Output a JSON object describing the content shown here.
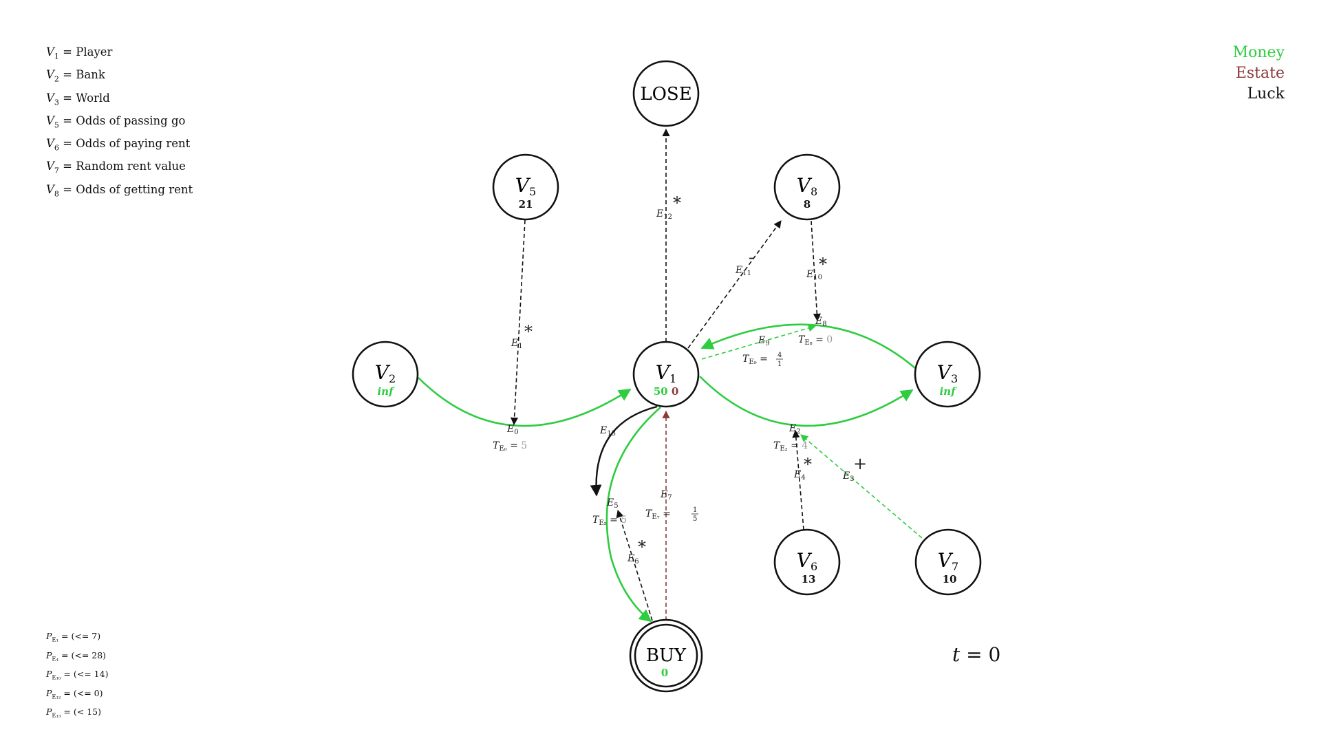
{
  "legend_definitions": [
    {
      "var": "V",
      "sub": "1",
      "eq": " = ",
      "label": "Player"
    },
    {
      "var": "V",
      "sub": "2",
      "eq": " = ",
      "label": "Bank"
    },
    {
      "var": "V",
      "sub": "3",
      "eq": " = ",
      "label": "World"
    },
    {
      "var": "V",
      "sub": "5",
      "eq": " = ",
      "label": "Odds of passing go"
    },
    {
      "var": "V",
      "sub": "6",
      "eq": " = ",
      "label": "Odds of paying rent"
    },
    {
      "var": "V",
      "sub": "7",
      "eq": " = ",
      "label": "Random rent value"
    },
    {
      "var": "V",
      "sub": "8",
      "eq": " = ",
      "label": "Odds of getting rent"
    }
  ],
  "resources": {
    "money": {
      "label": "Money",
      "color": "#2ecc40"
    },
    "estate": {
      "label": "Estate",
      "color": "#8b3a3a"
    },
    "luck": {
      "label": "Luck",
      "color": "#111111"
    }
  },
  "nodes": {
    "V1": {
      "label": "V",
      "sub": "1",
      "values": [
        {
          "text": "50",
          "color": "#2ecc40"
        },
        {
          "text": "0",
          "color": "#8b3a3a"
        }
      ]
    },
    "V2": {
      "label": "V",
      "sub": "2",
      "values": [
        {
          "text": "inf",
          "color": "#2ecc40",
          "italic": true
        }
      ]
    },
    "V3": {
      "label": "V",
      "sub": "3",
      "values": [
        {
          "text": "inf",
          "color": "#2ecc40",
          "italic": true
        }
      ]
    },
    "V5": {
      "label": "V",
      "sub": "5",
      "values": [
        {
          "text": "21",
          "color": "#111111"
        }
      ]
    },
    "V6": {
      "label": "V",
      "sub": "6",
      "values": [
        {
          "text": "13",
          "color": "#111111"
        }
      ]
    },
    "V7": {
      "label": "V",
      "sub": "7",
      "values": [
        {
          "text": "10",
          "color": "#111111"
        }
      ]
    },
    "V8": {
      "label": "V",
      "sub": "8",
      "values": [
        {
          "text": "8",
          "color": "#111111"
        }
      ]
    },
    "LOSE": {
      "label": "LOSE",
      "sub": "",
      "values": []
    },
    "BUY": {
      "label": "BUY",
      "sub": "",
      "values": [
        {
          "text": "0",
          "color": "#2ecc40"
        }
      ]
    }
  },
  "edges": {
    "E0": {
      "label": "E",
      "sub": "0",
      "timer": "T",
      "timer_sub": "E₀",
      "timer_eq": " = ",
      "timer_val": "5"
    },
    "E1": {
      "label": "E",
      "sub": "1",
      "mark": "*"
    },
    "E2": {
      "label": "E",
      "sub": "2",
      "timer": "T",
      "timer_sub": "E₂",
      "timer_eq": " = ",
      "timer_val": "4"
    },
    "E3": {
      "label": "E",
      "sub": "3",
      "mark": "+"
    },
    "E4": {
      "label": "E",
      "sub": "4",
      "mark": "*"
    },
    "E5": {
      "label": "E",
      "sub": "5",
      "timer": "T",
      "timer_sub": "E₅",
      "timer_eq": " = ",
      "timer_val": "5"
    },
    "E6": {
      "label": "E",
      "sub": "6",
      "mark": "*"
    },
    "E7": {
      "label": "E",
      "sub": "7",
      "timer": "T",
      "timer_sub": "E₇",
      "timer_eq": " = ",
      "frac_num": "1",
      "frac_den": "5"
    },
    "E8": {
      "label": "E",
      "sub": "8",
      "timer": "T",
      "timer_sub": "E₈",
      "timer_eq": " = ",
      "timer_val": "0"
    },
    "E9": {
      "label": "E",
      "sub": "9",
      "timer": "T",
      "timer_sub": "E₉",
      "timer_eq": " = ",
      "frac_num": "4",
      "frac_den": "1"
    },
    "E10": {
      "label": "E",
      "sub": "10",
      "mark": "*"
    },
    "E11": {
      "label": "E",
      "sub": "11",
      "mark": "-"
    },
    "E12": {
      "label": "E",
      "sub": "12",
      "mark": "*"
    },
    "E13": {
      "label": "E",
      "sub": "13"
    }
  },
  "probabilities": [
    {
      "p": "P",
      "sub": "E₁",
      "text": " = (<= 7)"
    },
    {
      "p": "P",
      "sub": "E₄",
      "text": " = (<= 28)"
    },
    {
      "p": "P",
      "sub": "E₁₀",
      "text": " = (<= 14)"
    },
    {
      "p": "P",
      "sub": "E₁₂",
      "text": " = (<= 0)"
    },
    {
      "p": "P",
      "sub": "E₁₃",
      "text": " = (< 15)"
    }
  ],
  "time": {
    "symbol": "t",
    "eq": " = ",
    "value": "0"
  }
}
